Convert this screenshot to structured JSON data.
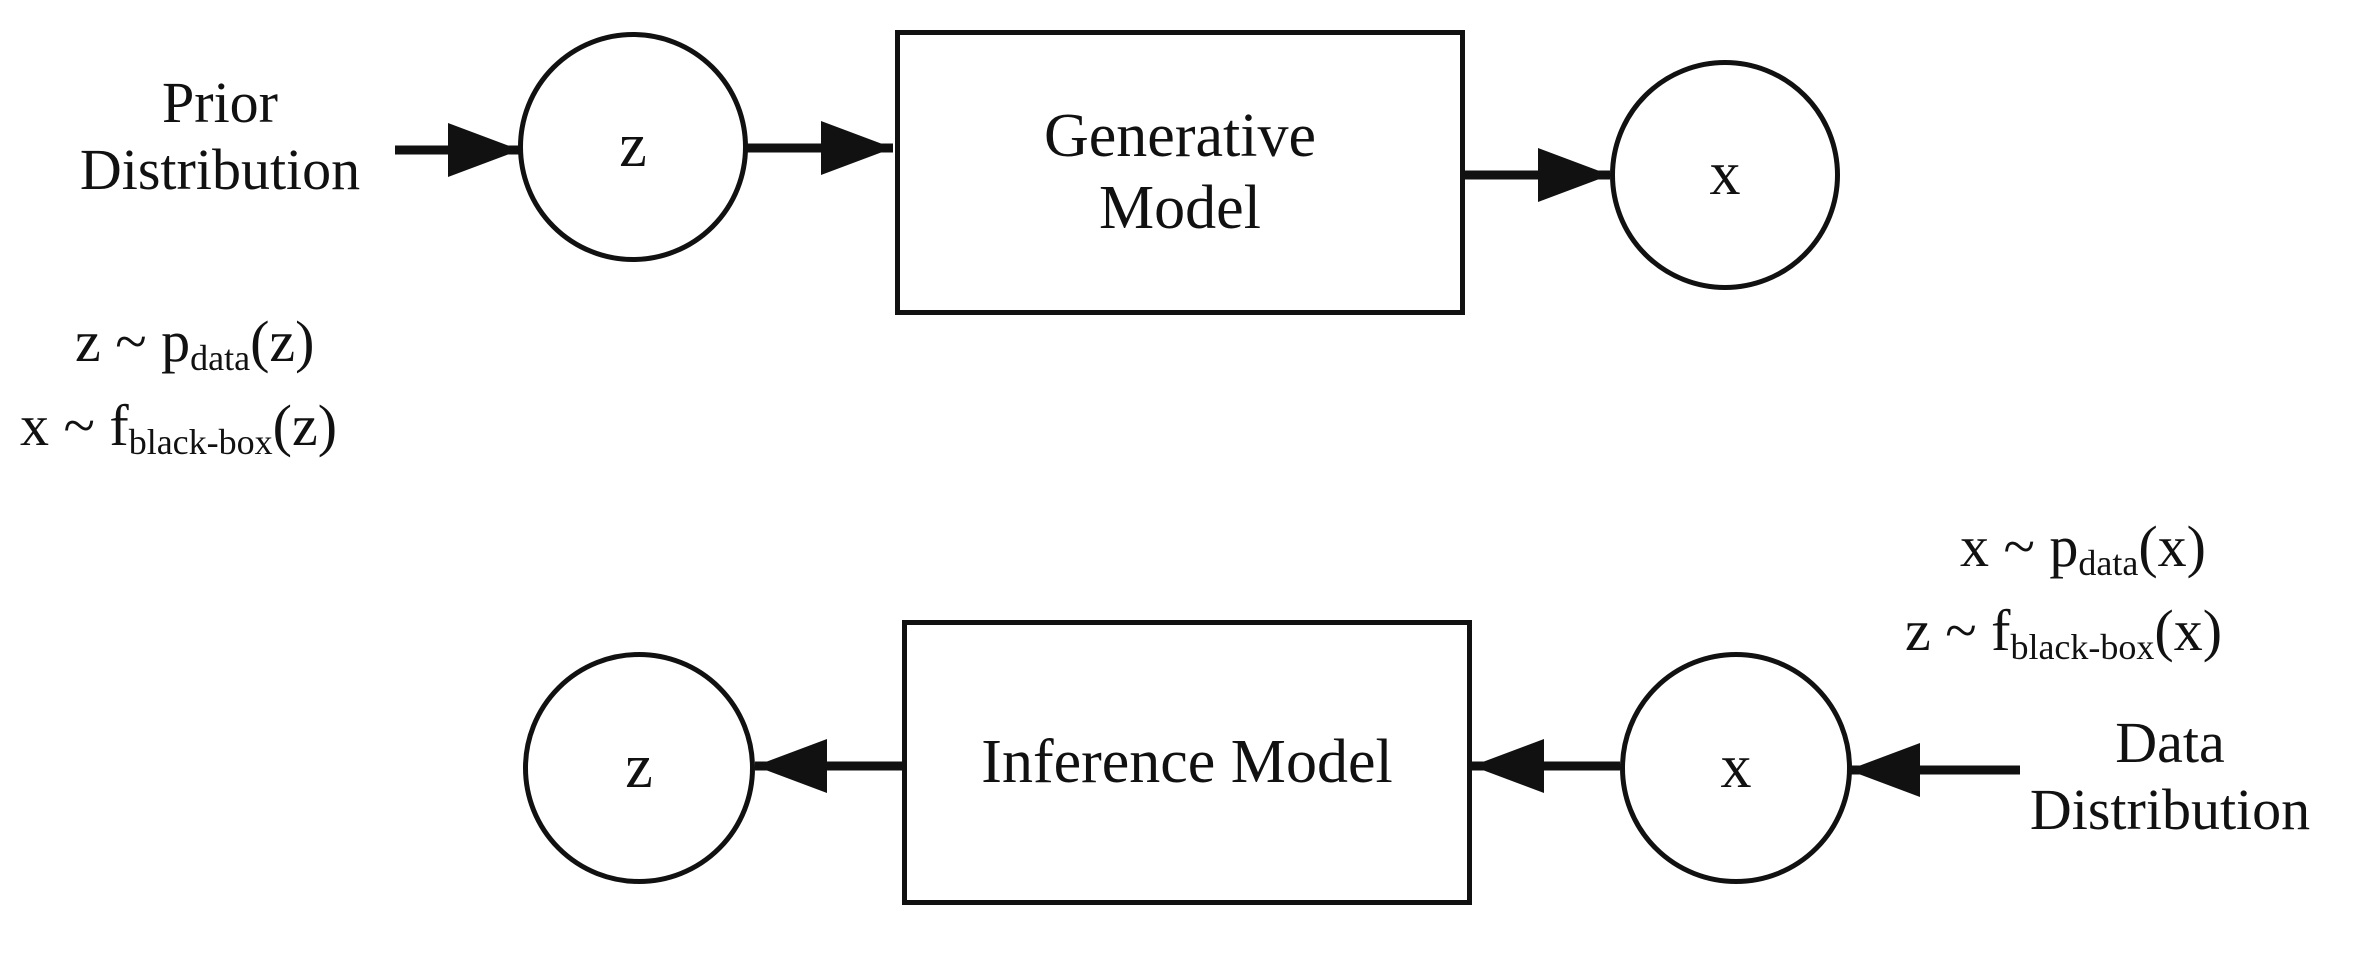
{
  "top": {
    "prior_label_line1": "Prior",
    "prior_label_line2": "Distribution",
    "z_node": "z",
    "generative_line1": "Generative",
    "generative_line2": "Model",
    "x_node": "x",
    "formula1": {
      "lhs": "z ~ p",
      "sub": "data",
      "rhs": "(z)"
    },
    "formula2": {
      "lhs": "x ~ f",
      "sub": "black-box",
      "rhs": "(z)"
    }
  },
  "bottom": {
    "z_node": "z",
    "inference": "Inference Model",
    "x_node": "x",
    "data_label_line1": "Data",
    "data_label_line2": "Distribution",
    "formula1": {
      "lhs": "x ~ p",
      "sub": "data",
      "rhs": "(x)"
    },
    "formula2": {
      "lhs": "z ~ f",
      "sub": "black-box",
      "rhs": "(x)"
    }
  }
}
